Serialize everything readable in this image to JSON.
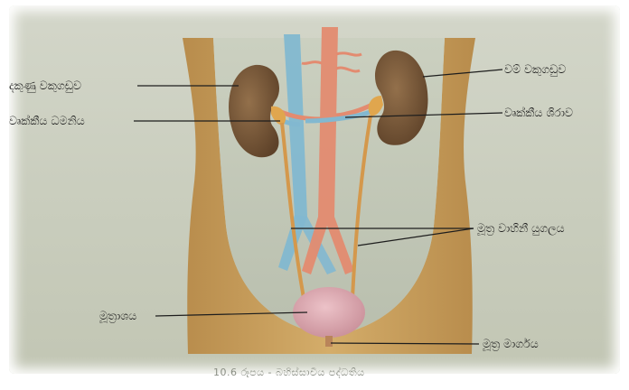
{
  "figure": {
    "labels": {
      "right_kidney": "දකුණු වකුගඩුව",
      "left_kidney": "වම් වකුගඩුව",
      "renal_artery": "වෘක්කීය ධමනිය",
      "renal_vein": "වෘක්කීය ශිරාව",
      "ureters": "මූත්‍ර වාහිනී යුගලය",
      "bladder": "මූත්‍රාශය",
      "urethra": "මූත්‍ර මාර්ගය"
    },
    "caption": "10.6 රූපය - බහිස්සාවීය පද්ධතිය"
  },
  "colors": {
    "background": "#cfd2c4",
    "body": "#c7a05f",
    "kidney": "#7a5a3a",
    "artery": "#e58a6f",
    "vein": "#7fb6cf",
    "bladder": "#d8a5ae",
    "ureter": "#d69a4c",
    "leader_line": "#1d1d1d"
  }
}
